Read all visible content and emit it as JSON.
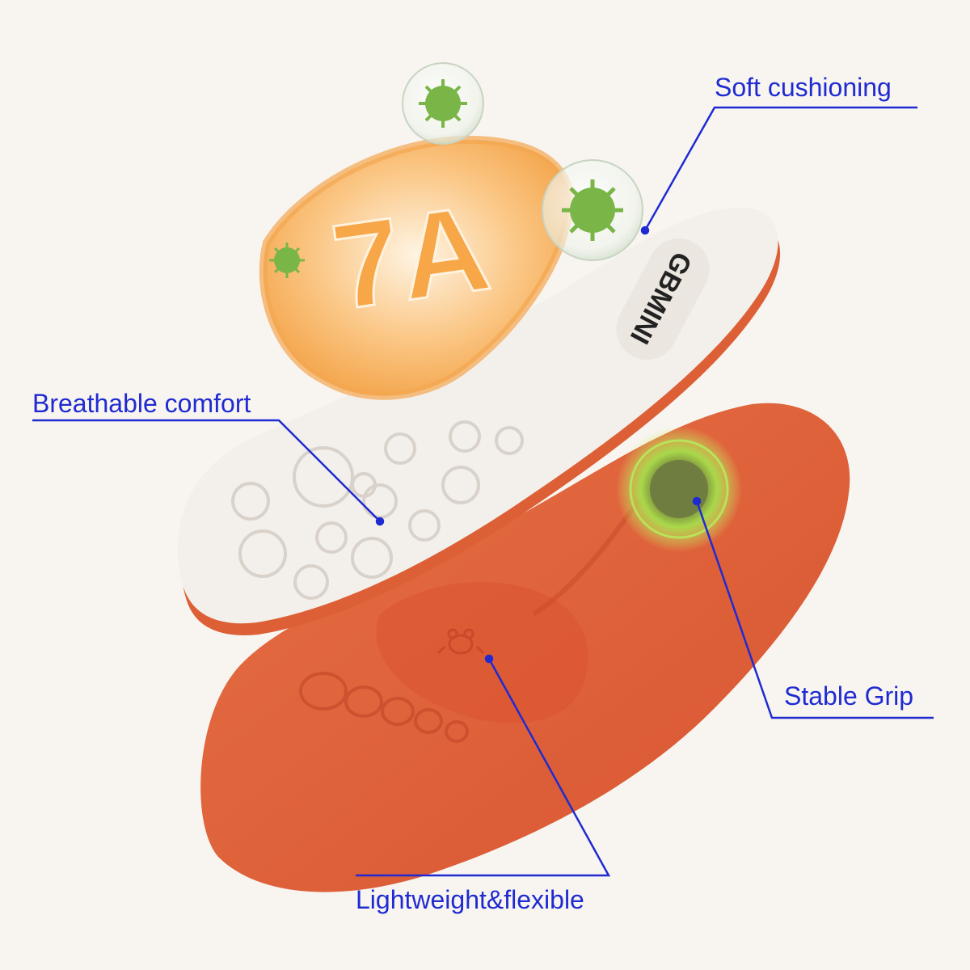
{
  "labels": {
    "soft_cushioning": "Soft cushioning",
    "breathable_comfort": "Breathable comfort",
    "stable_grip": "Stable Grip",
    "lightweight_flexible": "Lightweight&flexible"
  },
  "shield": {
    "text": "7A"
  },
  "insole": {
    "brand": "GBMINI"
  },
  "colors": {
    "background": "#f8f5f1",
    "callout": "#1f2bd1",
    "insole_top": "#f3efea",
    "insole_bottom": "#e0603a",
    "shield": "#f7a648",
    "virus": "#7ab648",
    "grip_glow": "#b9e34a"
  }
}
